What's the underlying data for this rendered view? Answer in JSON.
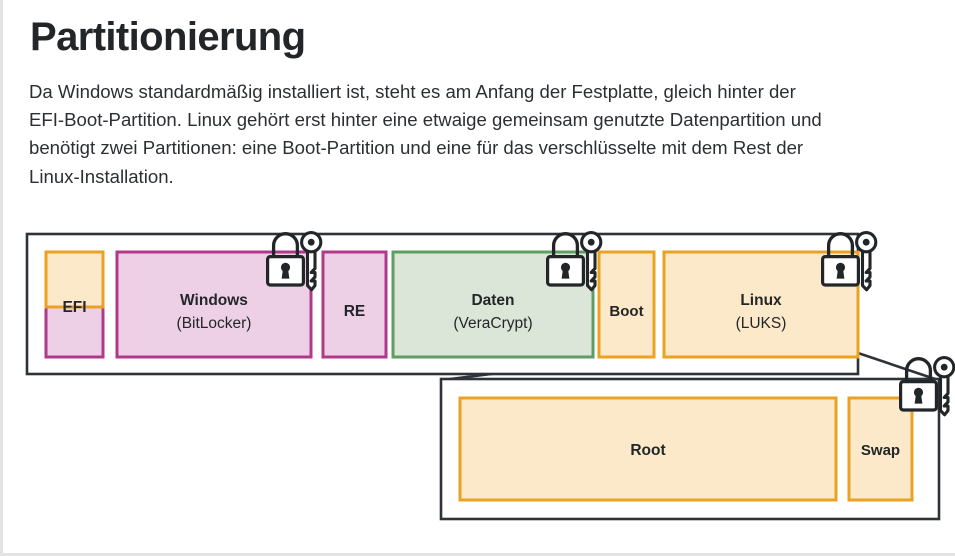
{
  "page": {
    "title": "Partitionierung",
    "intro": "Da Windows standardmäßig installiert ist, steht es am Anfang der Festplatte, gleich hinter der EFI-Boot-Partition. Linux gehört erst hinter eine etwaige gemeinsam genutzte Datenpartition und benötigt zwei Partitionen: eine Boot-Partition und eine für das verschlüsselte mit dem Rest der Linux-Installation."
  },
  "colors": {
    "frame": "#2d3338",
    "orange_border": "#eaa222",
    "orange_fill": "#fbe9c9",
    "magenta_border": "#b03a8a",
    "magenta_fill": "#eed0e6",
    "green_border": "#5e9e63",
    "green_fill": "#dce6d8",
    "text": "#232629",
    "lock_stroke": "#232629",
    "lock_fill": "#ffffff",
    "page_bg": "#ffffff"
  },
  "diagram": {
    "disk_bar": {
      "name": "Festplatten-Partitionsleiste",
      "partitions": [
        {
          "id": "efi",
          "label": "EFI",
          "sub": "",
          "scheme": "efi-split",
          "encrypted": false
        },
        {
          "id": "windows",
          "label": "Windows",
          "sub": "(BitLocker)",
          "scheme": "magenta",
          "encrypted": true
        },
        {
          "id": "re",
          "label": "RE",
          "sub": "",
          "scheme": "magenta",
          "encrypted": false
        },
        {
          "id": "daten",
          "label": "Daten",
          "sub": "(VeraCrypt)",
          "scheme": "green",
          "encrypted": true
        },
        {
          "id": "boot",
          "label": "Boot",
          "sub": "",
          "scheme": "orange",
          "encrypted": false
        },
        {
          "id": "linux",
          "label": "Linux",
          "sub": "(LUKS)",
          "scheme": "orange",
          "encrypted": true
        }
      ]
    },
    "detail_box": {
      "name": "LUKS-Container-Detailansicht",
      "source_partition": "linux",
      "encrypted": true,
      "partitions": [
        {
          "id": "root",
          "label": "Root",
          "sub": "",
          "scheme": "orange"
        },
        {
          "id": "swap",
          "label": "Swap",
          "sub": "",
          "scheme": "orange"
        }
      ]
    },
    "lock_icons": [
      {
        "id": "lock-windows",
        "for": "windows",
        "title": "Schloss mit Schlüssel"
      },
      {
        "id": "lock-daten",
        "for": "daten",
        "title": "Schloss mit Schlüssel"
      },
      {
        "id": "lock-linux",
        "for": "linux",
        "title": "Schloss mit Schlüssel"
      },
      {
        "id": "lock-detail",
        "for": "detail",
        "title": "Schloss mit Schlüssel"
      }
    ]
  }
}
